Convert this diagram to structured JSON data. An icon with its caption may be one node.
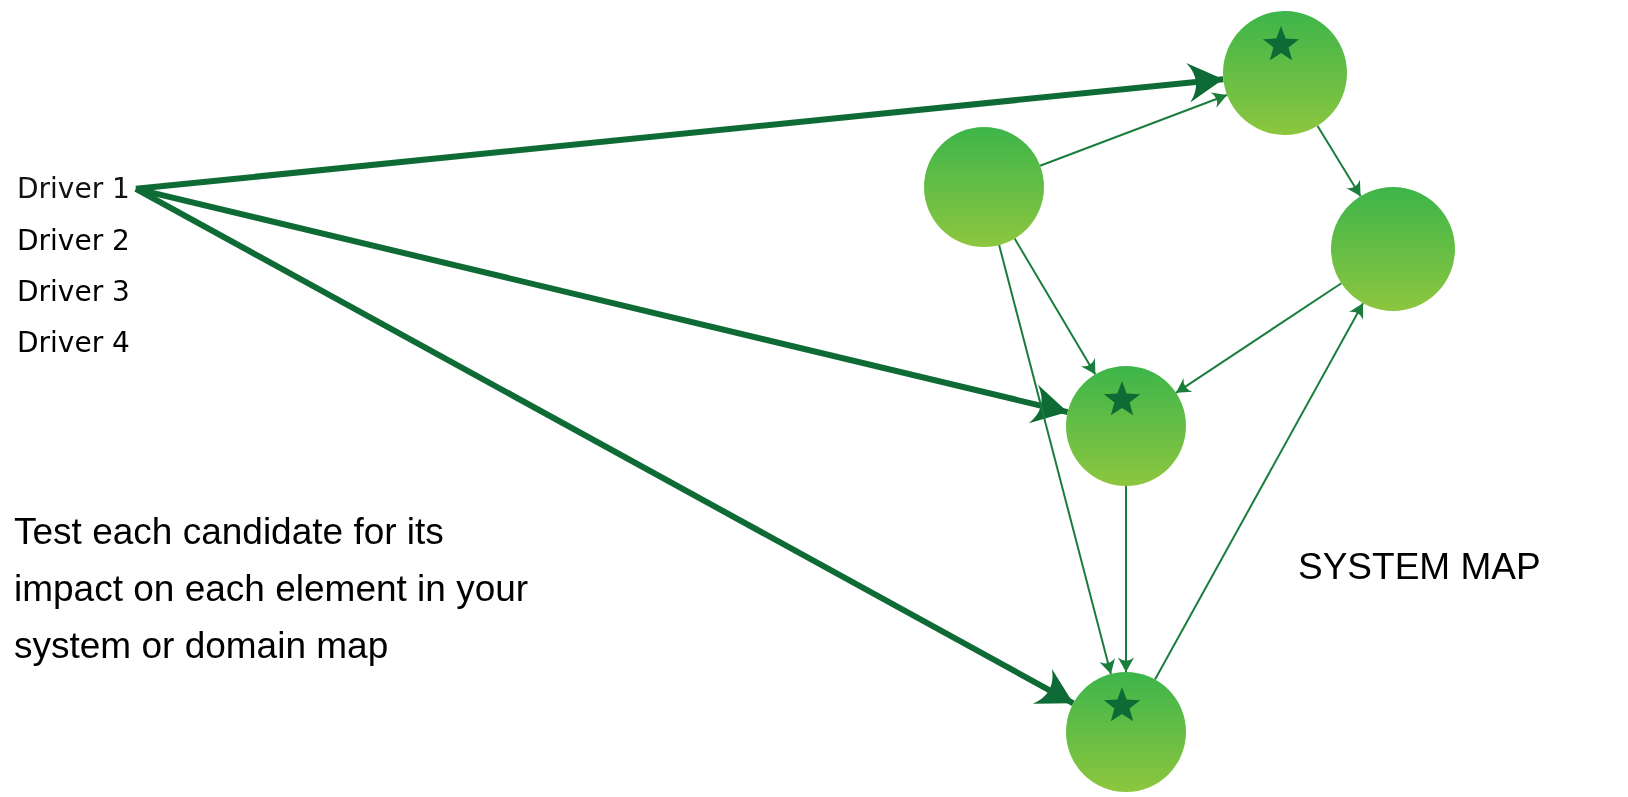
{
  "diagram": {
    "nodes": [
      {
        "text": [
          "Driver 1"
        ]
      },
      {
        "text": [],
        "shape": "circle"
      },
      {
        "text": [],
        "shape": "circle"
      },
      {
        "text": [],
        "shape": "circle"
      },
      {
        "text": [],
        "shape": "circle"
      },
      {
        "text": [],
        "shape": "circle"
      }
    ],
    "edges": [
      {
        "from": 0,
        "to": 1,
        "arrow": "to",
        "style": "thick"
      },
      {
        "from": 0,
        "to": 4,
        "arrow": "to",
        "style": "thick"
      },
      {
        "from": 0,
        "to": 5,
        "arrow": "to",
        "style": "thick"
      },
      {
        "from": 2,
        "to": 1,
        "arrow": "to"
      },
      {
        "from": 1,
        "to": 3,
        "arrow": "to"
      },
      {
        "from": 2,
        "to": 4,
        "arrow": "to"
      },
      {
        "from": 2,
        "to": 5,
        "arrow": "to"
      },
      {
        "from": 3,
        "to": 4,
        "arrow": "to"
      },
      {
        "from": 4,
        "to": 5,
        "arrow": "to"
      },
      {
        "from": 5,
        "to": 3,
        "arrow": "to"
      }
    ],
    "labels": [
      "Driver 2",
      "Driver 3",
      "Driver 4",
      "Test each candidate for its impact on each element in your system or domain map",
      "SYSTEM MAP"
    ]
  }
}
